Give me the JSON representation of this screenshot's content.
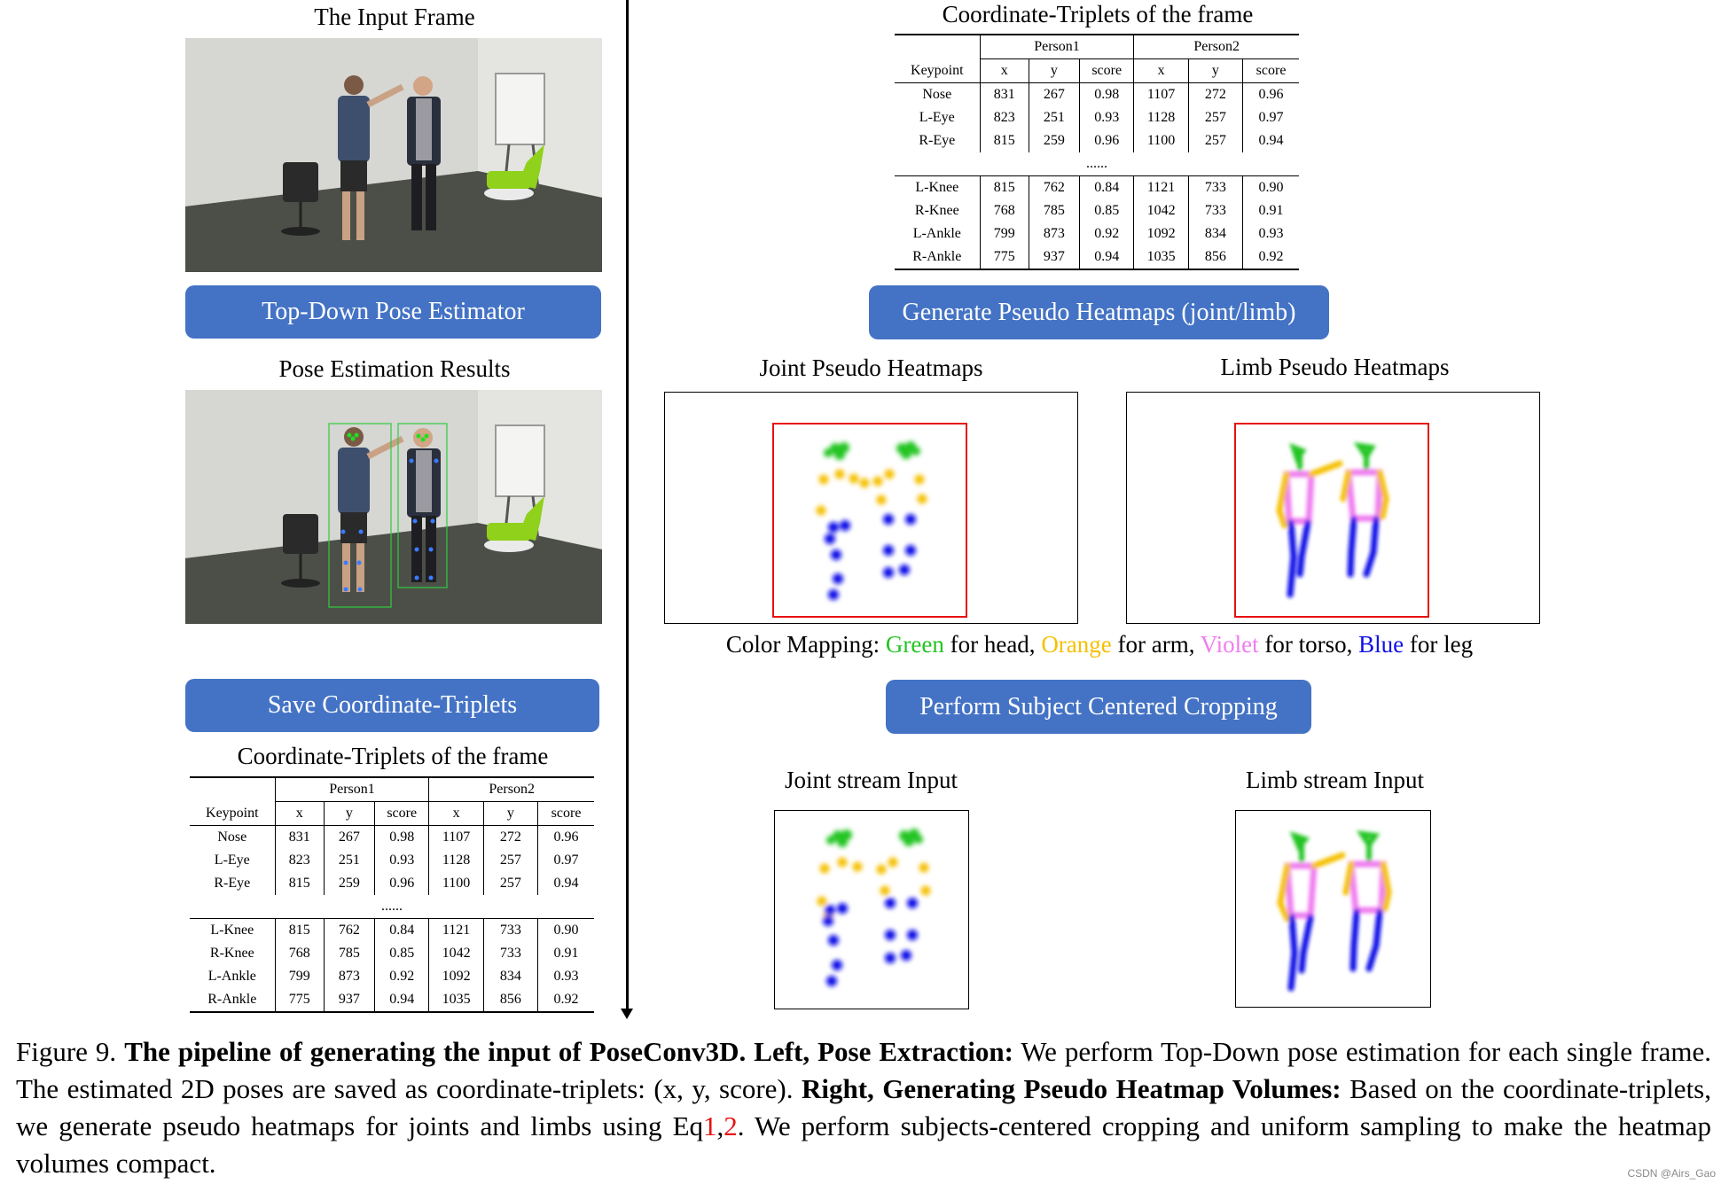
{
  "left": {
    "input_frame_title": "The Input Frame",
    "pose_results_title": "Pose Estimation Results",
    "pose_estimator_button": "Top-Down Pose Estimator",
    "save_button": "Save Coordinate-Triplets"
  },
  "right": {
    "generate_button": "Generate Pseudo Heatmaps (joint/limb)",
    "joint_heatmaps_title": "Joint Pseudo Heatmaps",
    "limb_heatmaps_title": "Limb Pseudo Heatmaps",
    "crop_button": "Perform Subject Centered Cropping",
    "joint_stream_title": "Joint stream Input",
    "limb_stream_title": "Limb stream Input"
  },
  "color_mapping": {
    "prefix": "Color Mapping:",
    "head_word": "Green",
    "head_text": "for head,",
    "arm_word": "Orange",
    "arm_text": "for arm,",
    "torso_word": "Violet",
    "torso_text": "for torso,",
    "leg_word": "Blue",
    "leg_text": "for leg",
    "colors": {
      "head": "#22c422",
      "arm": "#f5c000",
      "torso": "#f07cf0",
      "leg": "#1010e8",
      "crop_box": "#e81010"
    }
  },
  "table": {
    "title": "Coordinate-Triplets of the frame",
    "person1": "Person1",
    "person2": "Person2",
    "columns": [
      "Keypoint",
      "x",
      "y",
      "score",
      "x",
      "y",
      "score"
    ],
    "rows_top": [
      [
        "Nose",
        "831",
        "267",
        "0.98",
        "1107",
        "272",
        "0.96"
      ],
      [
        "L-Eye",
        "823",
        "251",
        "0.93",
        "1128",
        "257",
        "0.97"
      ],
      [
        "R-Eye",
        "815",
        "259",
        "0.96",
        "1100",
        "257",
        "0.94"
      ]
    ],
    "ellipsis": "......",
    "rows_bottom": [
      [
        "L-Knee",
        "815",
        "762",
        "0.84",
        "1121",
        "733",
        "0.90"
      ],
      [
        "R-Knee",
        "768",
        "785",
        "0.85",
        "1042",
        "733",
        "0.91"
      ],
      [
        "L-Ankle",
        "799",
        "873",
        "0.92",
        "1092",
        "834",
        "0.93"
      ],
      [
        "R-Ankle",
        "775",
        "937",
        "0.94",
        "1035",
        "856",
        "0.92"
      ]
    ]
  },
  "caption": {
    "figure_label": "Figure 9.",
    "bold_title": "The pipeline of generating the input of PoseConv3D.",
    "left_label": "Left, Pose Extraction:",
    "text1": "We perform Top-Down pose estimation for each single frame. The estimated 2D poses are saved as coordinate-triplets: (x, y, score).",
    "right_label": "Right, Generating Pseudo Heatmap Volumes:",
    "text2": "Based on the coordinate-triplets, we generate pseudo heatmaps for joints and limbs using Eq",
    "eq1": "1",
    "comma": ",",
    "eq2": "2",
    "text3": ". We perform subjects-centered cropping and uniform sampling to make the heatmap volumes compact.",
    "eq_color": "#e81010"
  },
  "watermark": "CSDN @Airs_Gao"
}
